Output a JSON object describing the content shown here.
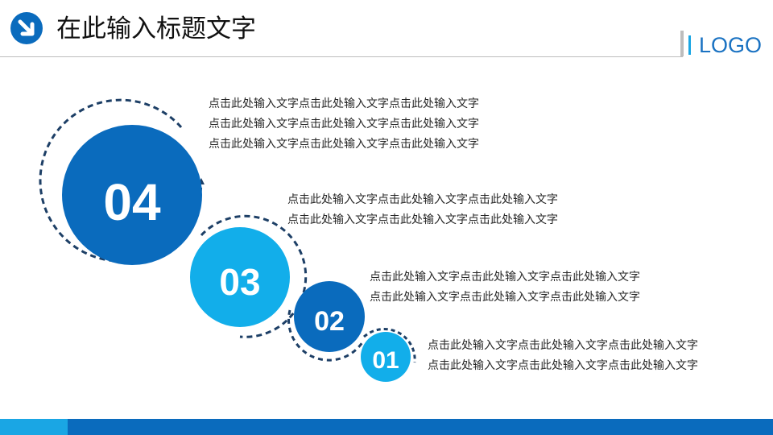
{
  "header": {
    "title": "在此输入标题文字",
    "logo": "LOGO",
    "icon": "arrow-down-right-icon"
  },
  "steps": [
    {
      "number": "04",
      "lines": [
        "点击此处输入文字点击此处输入文字点击此处输入文字",
        "点击此处输入文字点击此处输入文字点击此处输入文字",
        "点击此处输入文字点击此处输入文字点击此处输入文字"
      ]
    },
    {
      "number": "03",
      "lines": [
        "点击此处输入文字点击此处输入文字点击此处输入文字",
        "点击此处输入文字点击此处输入文字点击此处输入文字"
      ]
    },
    {
      "number": "02",
      "lines": [
        "点击此处输入文字点击此处输入文字点击此处输入文字",
        "点击此处输入文字点击此处输入文字点击此处输入文字"
      ]
    },
    {
      "number": "01",
      "lines": [
        "点击此处输入文字点击此处输入文字点击此处输入文字",
        "点击此处输入文字点击此处输入文字点击此处输入文字"
      ]
    }
  ],
  "colors": {
    "dark_blue": "#0a6bbd",
    "light_blue": "#12aeea",
    "dashed_ring": "#1d3f66"
  }
}
